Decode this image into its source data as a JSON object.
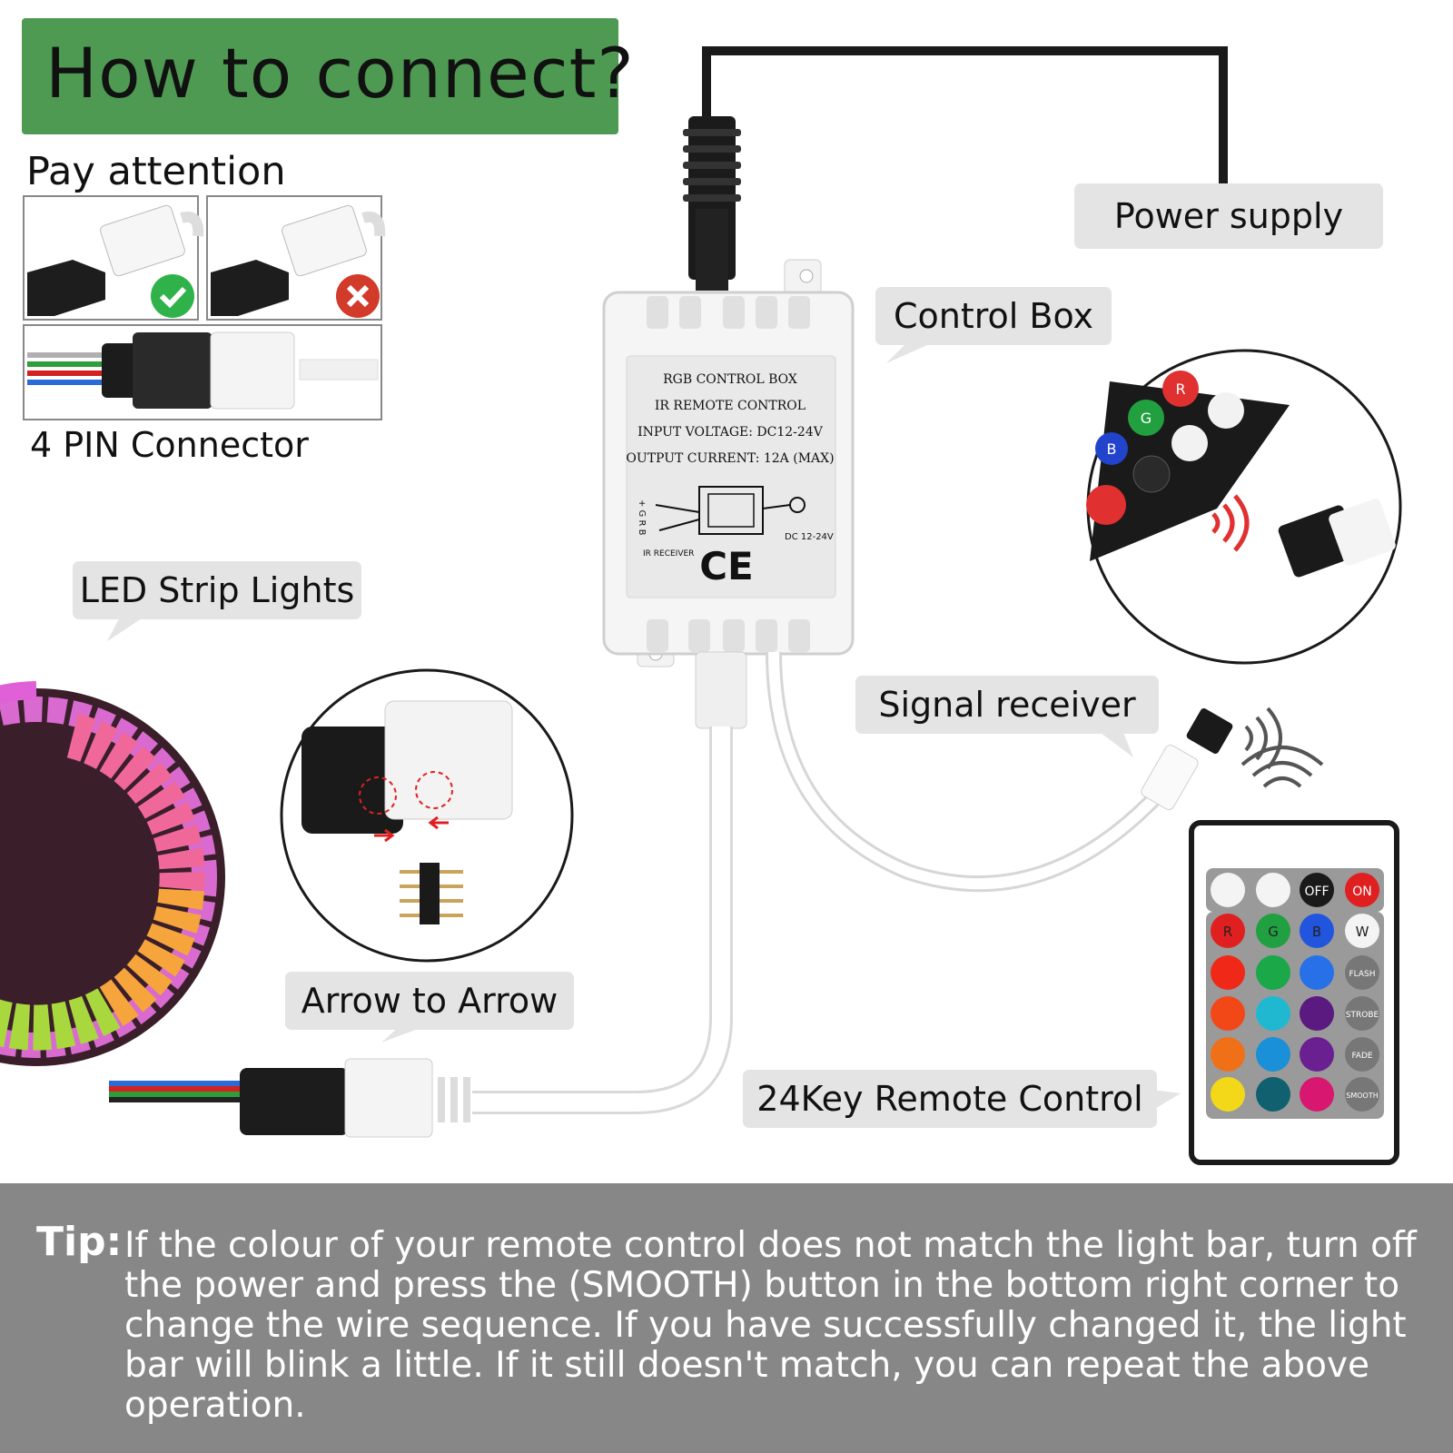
{
  "header": {
    "title": "How to connect?",
    "bg_color": "#4e9a52"
  },
  "pay_attention": {
    "label": "Pay attention"
  },
  "pin_connector": {
    "label": "4 PIN Connector"
  },
  "callouts": {
    "power_supply": "Power supply",
    "control_box": "Control Box",
    "led_strip": "LED Strip Lights",
    "signal_receiver": "Signal receiver",
    "arrow_to_arrow": "Arrow to Arrow",
    "remote_control": "24Key Remote Control"
  },
  "control_box_label": {
    "line1": "RGB CONTROL BOX",
    "line2": "IR REMOTE CONTROL",
    "line3": "INPUT VOLTAGE: DC12-24V",
    "line4": "OUTPUT CURRENT: 12A (MAX)",
    "ir_receiver": "IR RECEIVER",
    "dc": "DC 12-24V",
    "ce": "CE",
    "pins": "+ G R B"
  },
  "remote": {
    "row1": [
      "",
      "",
      "OFF",
      "ON"
    ],
    "row2": [
      "R",
      "G",
      "B",
      "W"
    ],
    "side": [
      "FLASH",
      "STROBE",
      "FADE",
      "SMOOTH"
    ]
  },
  "zoom_remote": {
    "keys": [
      "R",
      "G",
      "B"
    ]
  },
  "tip": {
    "label": "Tip:",
    "text": "If the colour of your remote control does not match the light bar, turn off the power and press the (SMOOTH) button in the bottom right corner to change the wire sequence. If you have successfully changed it, the light bar will blink a little. If it still doesn't match, you can repeat the above operation."
  },
  "colors": {
    "tip_bg": "#878787",
    "callout_bg": "#e4e4e4"
  }
}
